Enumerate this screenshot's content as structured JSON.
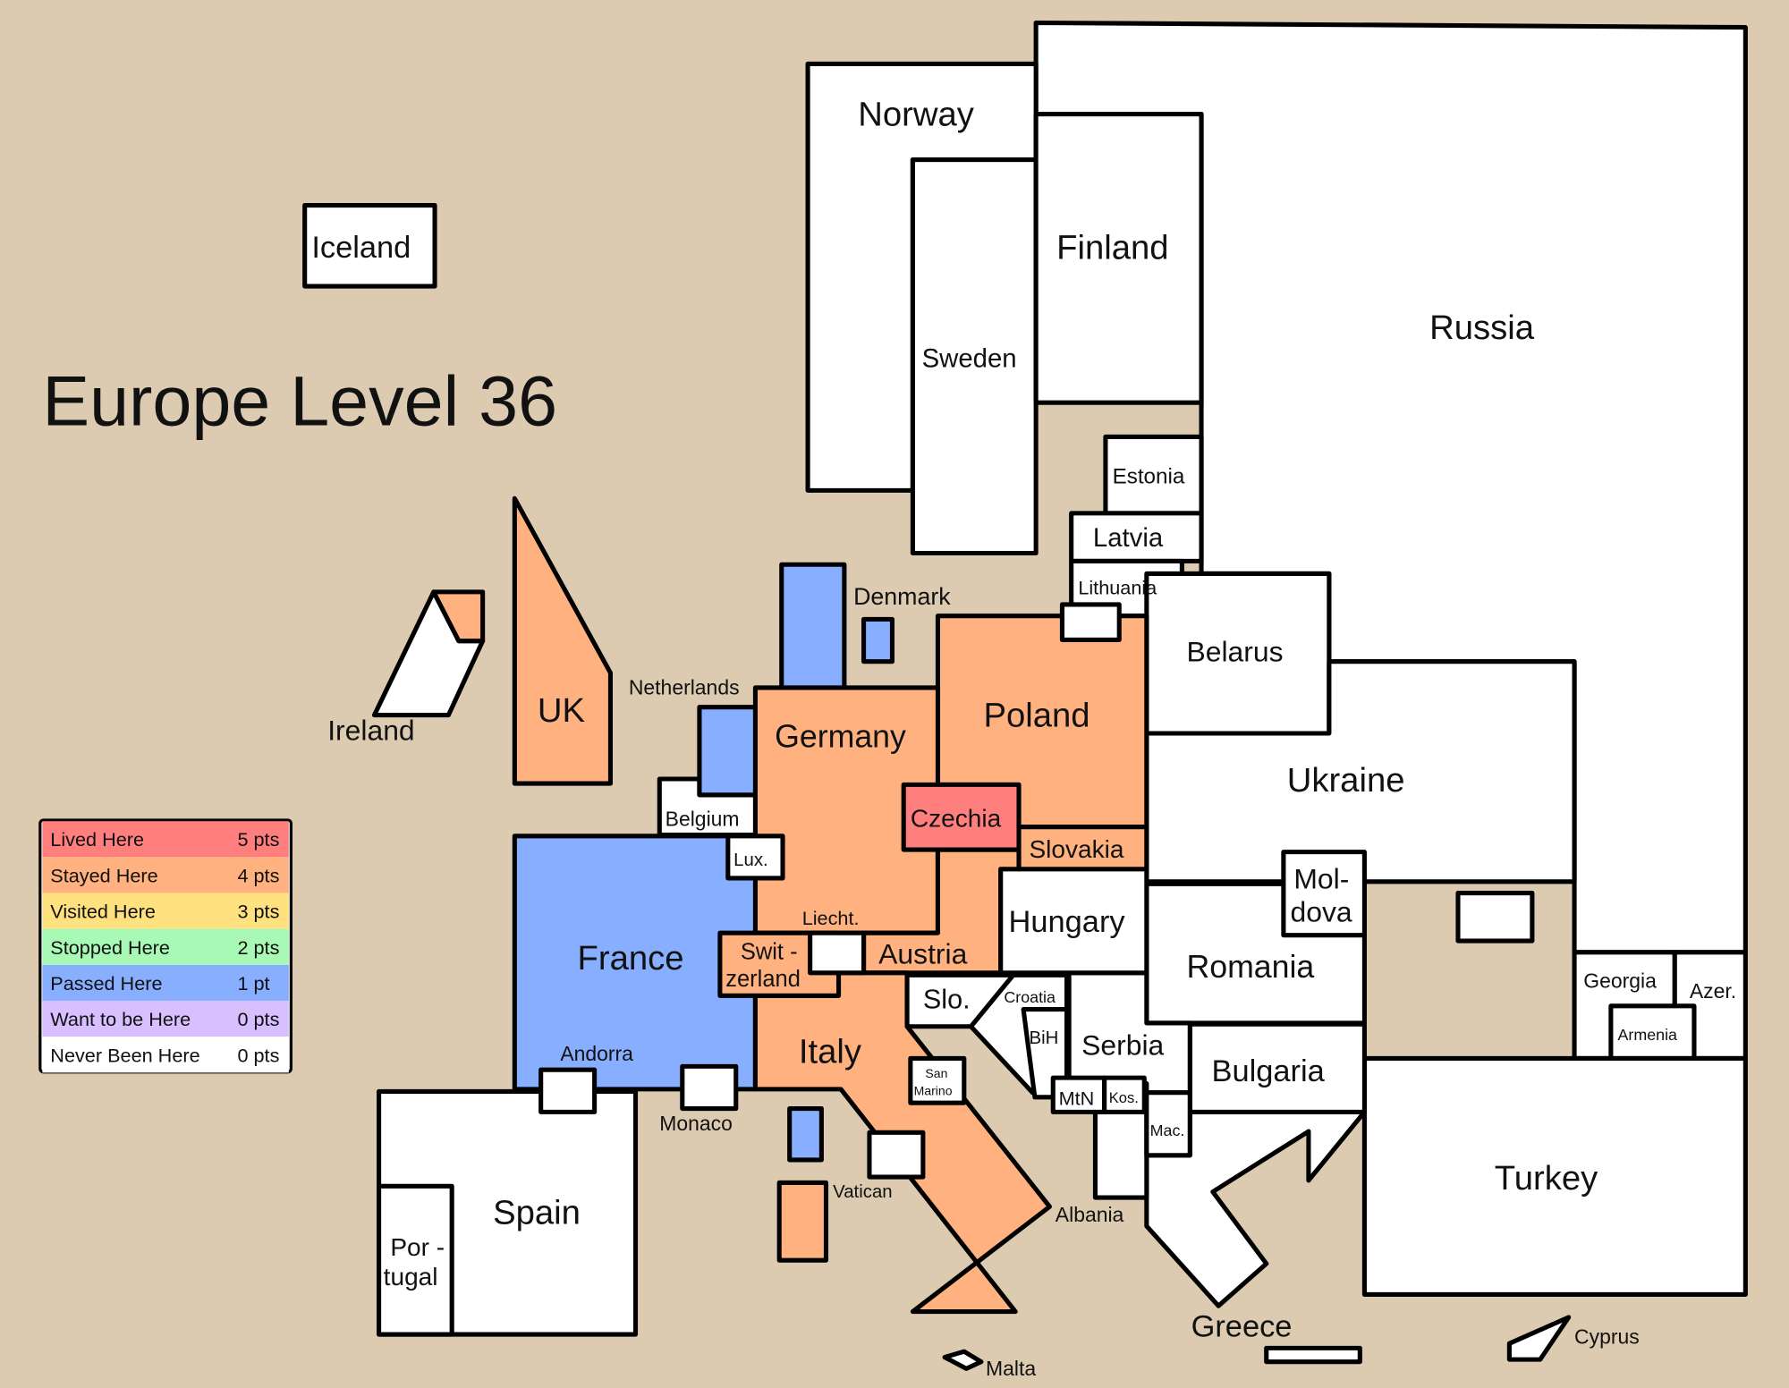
{
  "title": "Europe Level 36",
  "legend": [
    {
      "id": "lived",
      "label": "Lived Here",
      "points": "5 pts",
      "color": "#ff7f7f"
    },
    {
      "id": "stayed",
      "label": "Stayed Here",
      "points": "4 pts",
      "color": "#ffb27f"
    },
    {
      "id": "visited",
      "label": "Visited Here",
      "points": "3 pts",
      "color": "#ffe17f"
    },
    {
      "id": "stopped",
      "label": "Stopped Here",
      "points": "2 pts",
      "color": "#a8f9b6"
    },
    {
      "id": "passed",
      "label": "Passed Here",
      "points": "1 pt",
      "color": "#87aeff"
    },
    {
      "id": "want",
      "label": "Want to be Here",
      "points": "0 pts",
      "color": "#d8bfff"
    },
    {
      "id": "never",
      "label": "Never Been Here",
      "points": "0 pts",
      "color": "#ffffff"
    }
  ],
  "countries": {
    "russia": {
      "label": "Russia",
      "status": "never"
    },
    "norway": {
      "label": "Norway",
      "status": "never"
    },
    "sweden": {
      "label": "Sweden",
      "status": "never"
    },
    "finland": {
      "label": "Finland",
      "status": "never"
    },
    "estonia": {
      "label": "Estonia",
      "status": "never"
    },
    "latvia": {
      "label": "Latvia",
      "status": "never"
    },
    "lithuania": {
      "label": "Lithuania",
      "status": "never"
    },
    "kaliningrad": {
      "status": "never"
    },
    "belarus": {
      "label": "Belarus",
      "status": "never"
    },
    "ukraine": {
      "label": "Ukraine",
      "status": "never"
    },
    "crimea": {
      "status": "never"
    },
    "moldova": {
      "label": "Mol-",
      "label2": "dova",
      "status": "never"
    },
    "romania": {
      "label": "Romania",
      "status": "never"
    },
    "georgia": {
      "label": "Georgia",
      "status": "never"
    },
    "azerbaijan": {
      "label": "Azer.",
      "status": "never"
    },
    "armenia": {
      "label": "Armenia",
      "status": "never"
    },
    "turkey": {
      "label": "Turkey",
      "status": "never"
    },
    "cyprus": {
      "label": "Cyprus",
      "status": "never"
    },
    "bulgaria": {
      "label": "Bulgaria",
      "status": "never"
    },
    "serbia": {
      "label": "Serbia",
      "status": "never"
    },
    "croatia": {
      "label": "Croatia",
      "status": "never"
    },
    "bih": {
      "label": "BiH",
      "status": "never"
    },
    "slovenia": {
      "label": "Slo.",
      "status": "never"
    },
    "montenegro": {
      "label": "MtN",
      "status": "never"
    },
    "kosovo": {
      "label": "Kos.",
      "status": "never"
    },
    "macedonia": {
      "label": "Mac.",
      "status": "never"
    },
    "albania": {
      "label": "Albania",
      "status": "never"
    },
    "greece": {
      "label": "Greece",
      "status": "never"
    },
    "crete": {
      "status": "never"
    },
    "hungary": {
      "label": "Hungary",
      "status": "never"
    },
    "slovakia": {
      "label": "Slovakia",
      "status": "stayed"
    },
    "austria": {
      "label": "Austria",
      "status": "stayed"
    },
    "czechia": {
      "label": "Czechia",
      "status": "lived"
    },
    "poland": {
      "label": "Poland",
      "status": "stayed"
    },
    "germany": {
      "label": "Germany",
      "status": "stayed"
    },
    "denmark": {
      "label": "Denmark",
      "status": "passed"
    },
    "denmark_island": {
      "status": "passed"
    },
    "netherlands": {
      "label": "Netherlands",
      "status": "passed"
    },
    "belgium": {
      "label": "Belgium",
      "status": "never"
    },
    "luxembourg": {
      "label": "Lux.",
      "status": "never"
    },
    "france": {
      "label": "France",
      "status": "passed"
    },
    "switzerland": {
      "label": "Swit -",
      "label2": "zerland",
      "status": "stayed"
    },
    "liechtenstein": {
      "label": "Liecht.",
      "status": "never"
    },
    "italy": {
      "label": "Italy",
      "status": "stayed"
    },
    "san_marino": {
      "label": "San",
      "label2": "Marino",
      "status": "never"
    },
    "vatican": {
      "label": "Vatican",
      "status": "never"
    },
    "sardinia": {
      "status": "passed"
    },
    "sicily": {
      "status": "stayed"
    },
    "monaco": {
      "label": "Monaco",
      "status": "never"
    },
    "andorra": {
      "label": "Andorra",
      "status": "never"
    },
    "spain": {
      "label": "Spain",
      "status": "never"
    },
    "portugal": {
      "label": "Por -",
      "label2": "tugal",
      "status": "never"
    },
    "uk": {
      "label": "UK",
      "status": "stayed"
    },
    "northern_ireland": {
      "status": "stayed"
    },
    "ireland": {
      "label": "Ireland",
      "status": "never"
    },
    "iceland": {
      "label": "Iceland",
      "status": "never"
    },
    "malta": {
      "label": "Malta",
      "status": "never"
    }
  }
}
